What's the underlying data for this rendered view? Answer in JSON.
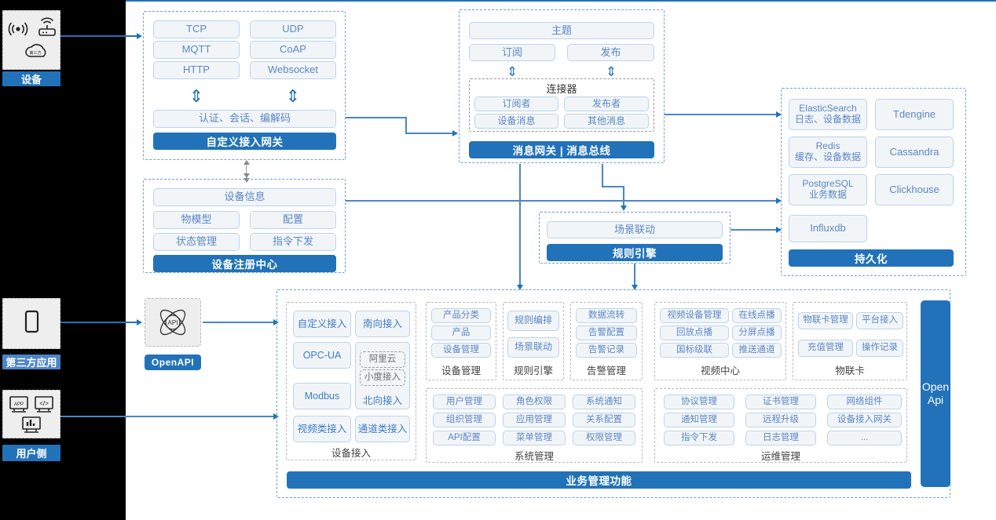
{
  "left_rail": {
    "items": [
      {
        "label": "设备",
        "icons": [
          "wifi-signal-icon",
          "router-icon",
          "cloud-icon"
        ]
      },
      {
        "label": "第三方应用",
        "icons": [
          "mobile-phone-icon"
        ]
      },
      {
        "label": "用户侧",
        "icons": [
          "app-window-icon",
          "code-window-icon",
          "dashboard-chart-icon"
        ]
      }
    ]
  },
  "openapi_node": {
    "label": "OpenAPI",
    "icon": "api-atom-icon"
  },
  "gateway": {
    "protocols": [
      "TCP",
      "UDP",
      "MQTT",
      "CoAP",
      "HTTP",
      "Websocket"
    ],
    "middle": "认证、会话、编解码",
    "title": "自定义接入网关"
  },
  "message_bus": {
    "topic": "主题",
    "subscribe": "订阅",
    "publish": "发布",
    "connector_title": "连接器",
    "connector_items": [
      "订阅者",
      "发布者",
      "设备消息",
      "其他消息"
    ],
    "title": "消息网关 | 消息总线"
  },
  "device_registry": {
    "header": "设备信息",
    "items": [
      "物模型",
      "配置",
      "状态管理",
      "指令下发"
    ],
    "title": "设备注册中心"
  },
  "rule_engine": {
    "item": "场景联动",
    "title": "规则引擎"
  },
  "persistence": {
    "items": [
      {
        "name": "ElasticSearch",
        "desc": "日志、设备数据"
      },
      {
        "name": "Tdengine",
        "desc": ""
      },
      {
        "name": "Redis",
        "desc": "缓存、设备数据"
      },
      {
        "name": "Cassandra",
        "desc": ""
      },
      {
        "name": "PostgreSQL",
        "desc": "业务数据"
      },
      {
        "name": "Clickhouse",
        "desc": ""
      },
      {
        "name": "Influxdb",
        "desc": ""
      }
    ],
    "title": "持久化"
  },
  "business": {
    "title": "业务管理功能",
    "openapi_side": "Open\nApi",
    "device_access": {
      "label": "设备接入",
      "items": [
        "自定义接入",
        "南向接入",
        "OPC-UA",
        "Modbus",
        "视频类接入",
        "通道类接入"
      ],
      "nested": {
        "outer": "北向接入",
        "inner": [
          "阿里云",
          "小度接入"
        ]
      }
    },
    "groups": [
      {
        "label": "设备管理",
        "items": [
          "产品分类",
          "产品",
          "设备管理"
        ]
      },
      {
        "label": "规则引擎",
        "items": [
          "规则编排",
          "场景联动"
        ]
      },
      {
        "label": "告警管理",
        "items": [
          "数据流转",
          "告警配置",
          "告警记录"
        ]
      },
      {
        "label": "视频中心",
        "items": [
          "视频设备管理",
          "在线点播",
          "回放点播",
          "分屏点播",
          "国标级联",
          "推送通道"
        ]
      },
      {
        "label": "物联卡",
        "items": [
          "物联卡管理",
          "平台接入",
          "充值管理",
          "操作记录"
        ]
      },
      {
        "label": "系统管理",
        "items": [
          "用户管理",
          "角色权限",
          "系统通知",
          "组织管理",
          "应用管理",
          "关系配置",
          "API配置",
          "菜单管理",
          "权限管理"
        ]
      },
      {
        "label": "运维管理",
        "items": [
          "协议管理",
          "证书管理",
          "网络组件",
          "通知管理",
          "远程升级",
          "设备接入网关",
          "指令下发",
          "日志管理",
          "..."
        ]
      }
    ]
  },
  "colors": {
    "accent": "#2272b9",
    "chip_border": "#bdd3ea",
    "chip_bg": "#f1f5f8",
    "chip_text": "#5b87c4",
    "dash_border": "#6f9fd8"
  }
}
